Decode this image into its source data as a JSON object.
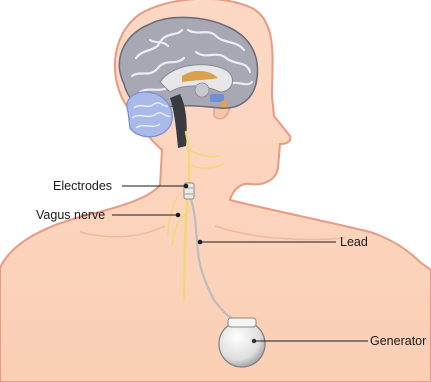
{
  "diagram": {
    "labels": {
      "electrodes": "Electrodes",
      "vagus_nerve": "Vagus nerve",
      "lead": "Lead",
      "generator": "Generator"
    },
    "colors": {
      "skin": "#fbd3bd",
      "skin_outline": "#e79a84",
      "brain": "#a7a7b2",
      "cerebellum": "#a8b8e8",
      "nerve": "#f1dc7d",
      "lead_wire": "#bdbdbd",
      "generator": "#e2e2e2"
    }
  }
}
